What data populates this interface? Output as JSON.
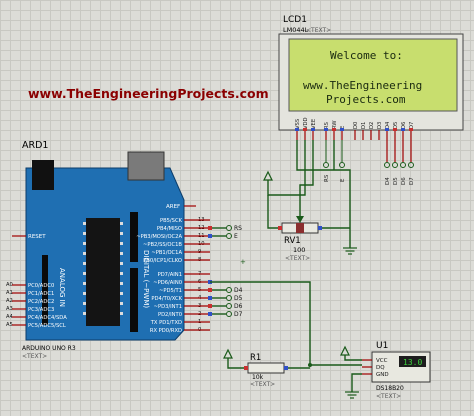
{
  "watermark": "www.TheEngineeringProjects.com",
  "lcd": {
    "ref": "LCD1",
    "part": "LM044L",
    "text_tag": "<TEXT>",
    "line1": "Welcome to:",
    "line2": "www.TheEngineering",
    "line3": "Projects.com",
    "pins_top": [
      "VSS",
      "VDD",
      "VEE",
      "RS",
      "RW",
      "E",
      "D0",
      "D1",
      "D2",
      "D3",
      "D4",
      "D5",
      "D6",
      "D7"
    ],
    "net_labels_rs_e": [
      "RS",
      "E"
    ],
    "net_labels_data": [
      "D4",
      "D5",
      "D6",
      "D7"
    ]
  },
  "arduino": {
    "ref": "ARD1",
    "name": "ARDUINO UNO R3",
    "text_tag": "<TEXT>",
    "reset": "RESET",
    "analog_label": "ANALOG IN",
    "digital_label": "DIGITAL (~PWM)",
    "aref": "AREF",
    "right_pins": [
      {
        "name": "PB5/SCK",
        "num": "13"
      },
      {
        "name": "PB4/MISO",
        "num": "12"
      },
      {
        "name": "~PB3/MOSI/OC2A",
        "num": "11"
      },
      {
        "name": "~PB2/SS/OC1B",
        "num": "10"
      },
      {
        "name": "~PB1/OC1A",
        "num": "9"
      },
      {
        "name": "PB0/ICP1/CLKO",
        "num": "8"
      },
      {
        "name": "PD7/AIN1",
        "num": "7"
      },
      {
        "name": "~PD6/AIN0",
        "num": "6"
      },
      {
        "name": "~PD5/T1",
        "num": "5"
      },
      {
        "name": "PD4/T0/XCK",
        "num": "4"
      },
      {
        "name": "~PD3/INT1",
        "num": "3"
      },
      {
        "name": "PD2/INT0",
        "num": "2"
      },
      {
        "name": "TX PD1/TXD",
        "num": "1"
      },
      {
        "name": "RX PD0/RXD",
        "num": "0"
      }
    ],
    "left_pins": [
      {
        "name": "PC0/ADC0",
        "num": "A0"
      },
      {
        "name": "PC1/ADC1",
        "num": "A1"
      },
      {
        "name": "PC2/ADC2",
        "num": "A2"
      },
      {
        "name": "PC3/ADC3",
        "num": "A3"
      },
      {
        "name": "PC4/ADC4/SDA",
        "num": "A4"
      },
      {
        "name": "PC5/ADC5/SCL",
        "num": "A5"
      }
    ],
    "net_rs": "RS",
    "net_e": "E",
    "net_data": [
      "D4",
      "D5",
      "D6",
      "D7"
    ]
  },
  "rv1": {
    "ref": "RV1",
    "value": "100",
    "text_tag": "<TEXT>"
  },
  "r1": {
    "ref": "R1",
    "value": "10k",
    "text_tag": "<TEXT>"
  },
  "u1": {
    "ref": "U1",
    "part": "DS18B20",
    "text_tag": "<TEXT>",
    "pins": [
      "VCC",
      "DQ",
      "GND"
    ],
    "display": "13.0"
  },
  "colors": {
    "board": "#1f6fb2",
    "lcd_bg": "#c8de6e",
    "lcd_text": "#1a2a10",
    "wire": "#1a5a1a",
    "pin": "#a00000",
    "watermark": "#8a0000"
  }
}
